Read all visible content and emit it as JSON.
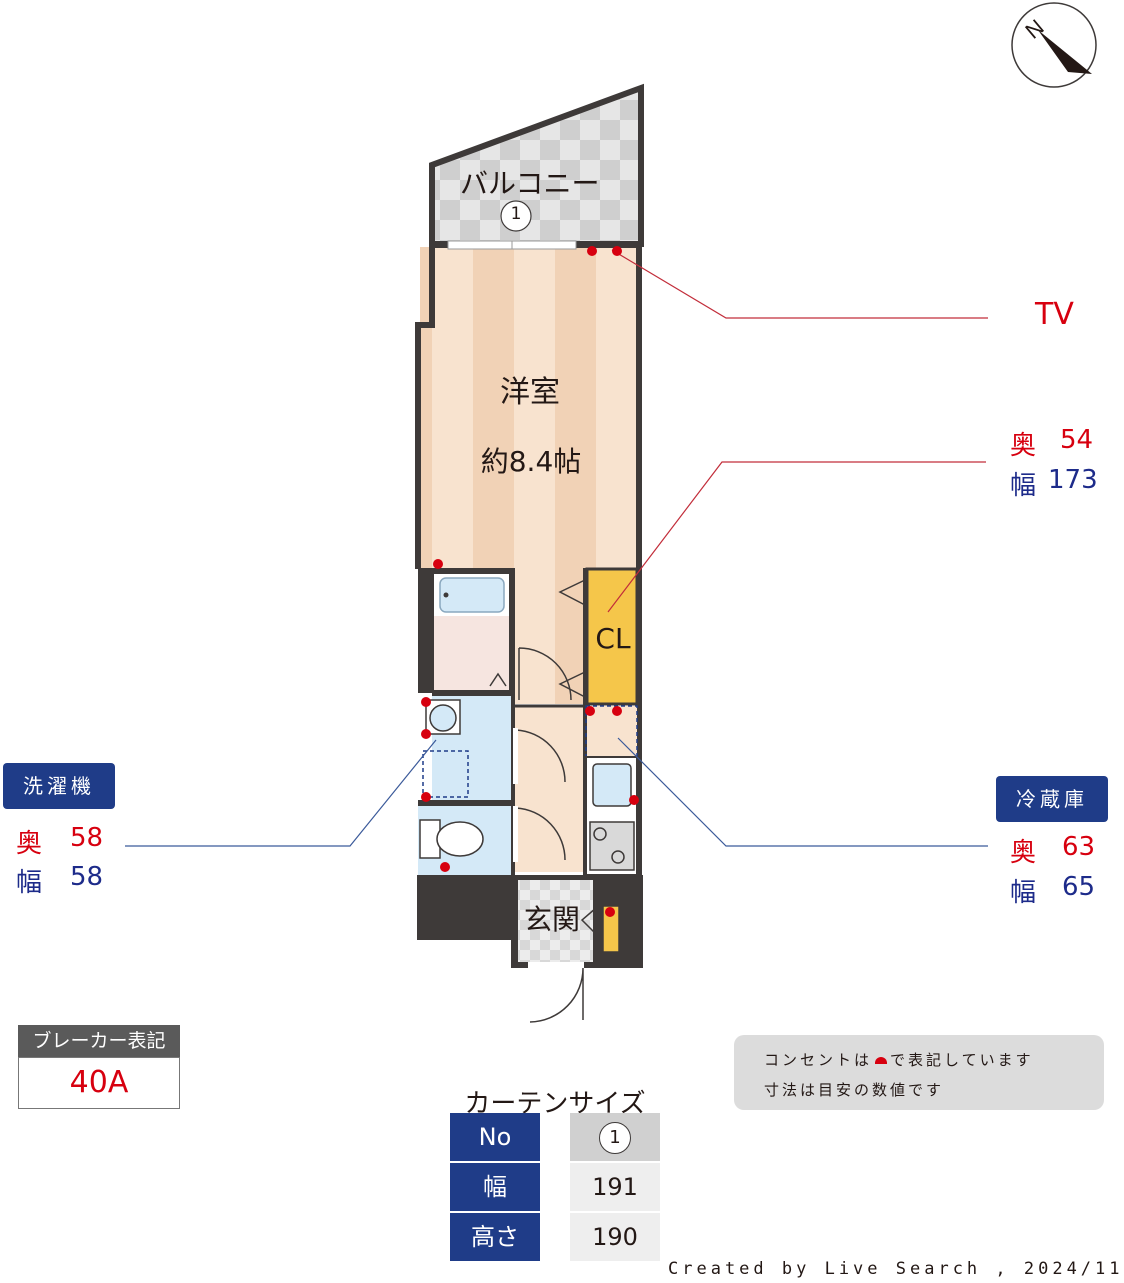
{
  "compass": {
    "north_label": "N"
  },
  "rooms": {
    "balcony": {
      "label": "バルコニー",
      "number": "1"
    },
    "western_room": {
      "label": "洋室",
      "size": "約8.4帖"
    },
    "closet": {
      "label": "CL"
    },
    "entrance": {
      "label": "玄関"
    }
  },
  "callouts": {
    "tv": {
      "label": "TV"
    },
    "closet_dims": {
      "depth_key": "奥",
      "depth": "54",
      "width_key": "幅",
      "width": "173"
    },
    "washer": {
      "tag": "洗濯機",
      "depth_key": "奥",
      "depth": "58",
      "width_key": "幅",
      "width": "58"
    },
    "fridge": {
      "tag": "冷蔵庫",
      "depth_key": "奥",
      "depth": "63",
      "width_key": "幅",
      "width": "65"
    }
  },
  "breaker": {
    "heading": "ブレーカー表記",
    "value": "40A"
  },
  "note": {
    "line1_pre": "コンセントは",
    "line1_post": "で表記しています",
    "line2": "寸法は目安の数値です"
  },
  "curtain": {
    "title": "カーテンサイズ",
    "rows": [
      {
        "header": "No",
        "value": "1"
      },
      {
        "header": "幅",
        "value": "191"
      },
      {
        "header": "高さ",
        "value": "190"
      }
    ]
  },
  "credit": "Created by Live Search , 2024/11",
  "colors": {
    "wall": "#3e3a39",
    "floor_light": "#f8e3cf",
    "floor_stripe": "#f1d2b6",
    "closet": "#f5c64a",
    "bath": "#d4e9f7",
    "outlet": "#d7000f",
    "tag_blue": "#1f3c88"
  }
}
